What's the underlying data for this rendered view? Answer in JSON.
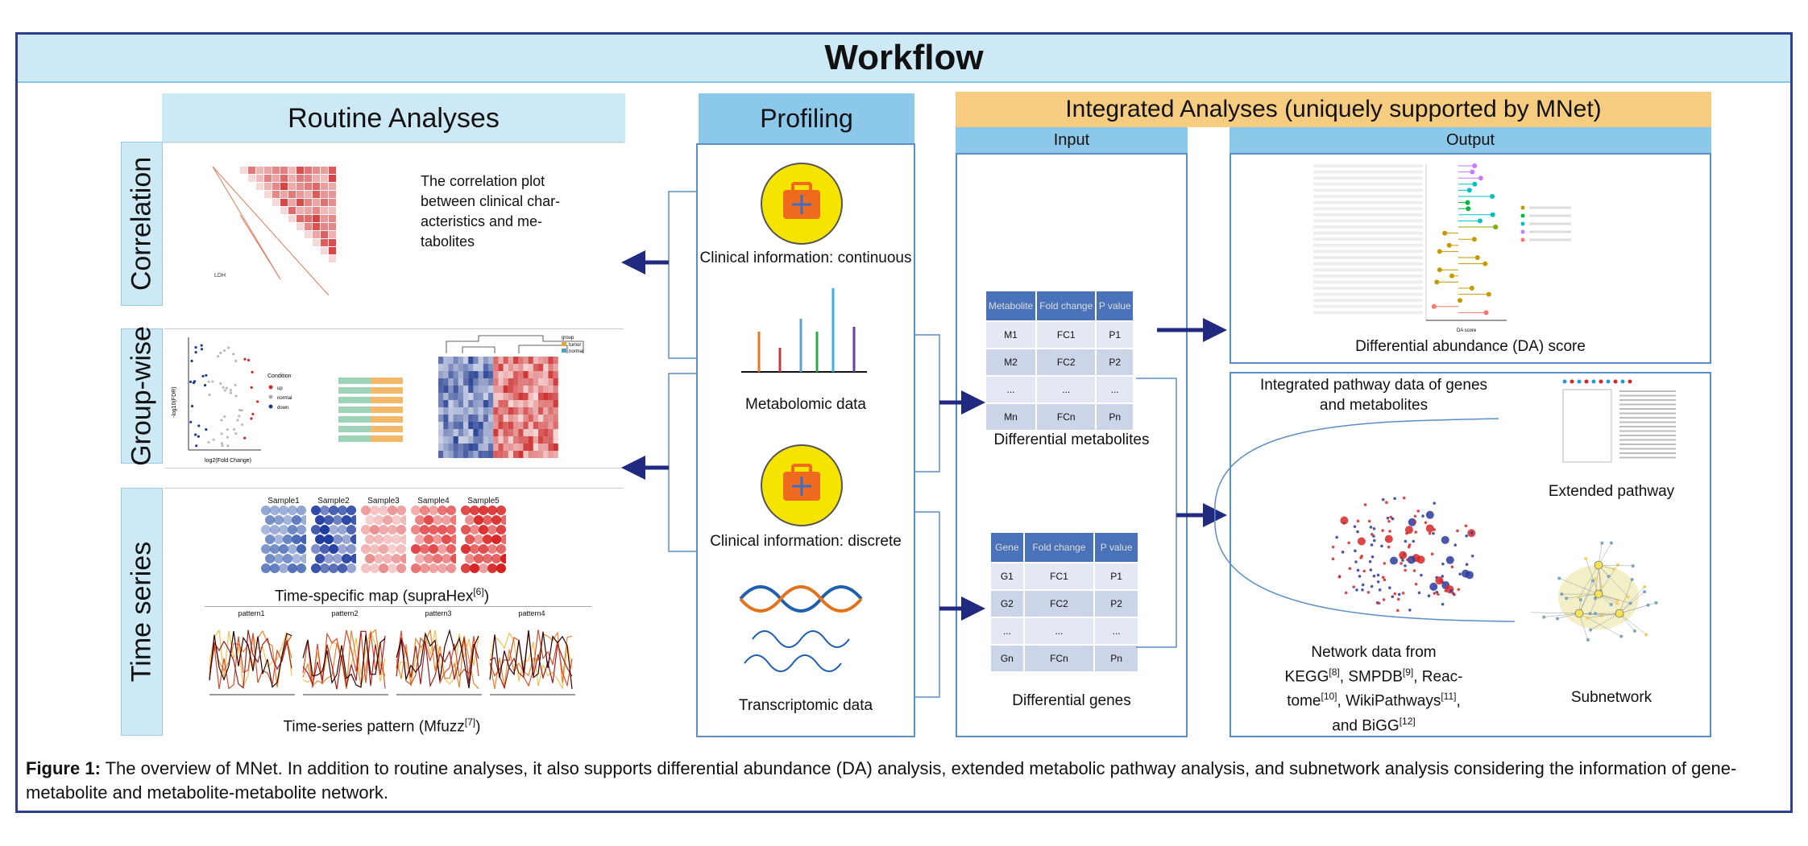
{
  "title": "Workflow",
  "routine": {
    "header": "Routine Analyses",
    "correlation": {
      "label": "Correlation",
      "description": "The correlation plot between clinical char-acteristics and me-tabolites",
      "desc_lines": [
        "The correlation plot",
        "between clinical char-",
        "acteristics and me-",
        "tabolites"
      ],
      "heatmap_label": "LDH"
    },
    "group": {
      "label": "Group-wise",
      "volcano_y": "-log10(FDR)",
      "volcano_x": "log2(Fold Change)",
      "legend_title": "Condition",
      "legend_items": [
        "up",
        "normal",
        "down"
      ],
      "group_title": "group",
      "group_items": [
        "tumor",
        "normal"
      ]
    },
    "time": {
      "label": "Time series",
      "samples": [
        "Sample1",
        "Sample2",
        "Sample3",
        "Sample4",
        "Sample5"
      ],
      "map_caption": "Time-specific map (supraHex",
      "map_ref": "[6]",
      "patterns": [
        "pattern1",
        "pattern2",
        "pattern3",
        "pattern4"
      ],
      "pattern_caption": "Time-series pattern (Mfuzz",
      "pattern_ref": "[7]"
    }
  },
  "profiling": {
    "header": "Profiling",
    "items": [
      "Clinical information: continuous",
      "Metabolomic data",
      "Clinical information: discrete",
      "Transcriptomic data"
    ]
  },
  "integrated": {
    "header": "Integrated Analyses (uniquely supported by MNet)",
    "input_header": "Input",
    "output_header": "Output",
    "metab_table": {
      "headers": [
        "Metabolite",
        "Fold change",
        "P value"
      ],
      "rows": [
        [
          "M1",
          "FC1",
          "P1"
        ],
        [
          "M2",
          "FC2",
          "P2"
        ],
        [
          "...",
          "...",
          "..."
        ],
        [
          "Mn",
          "FCn",
          "Pn"
        ]
      ]
    },
    "metab_caption": "Differential metabolites",
    "gene_table": {
      "headers": [
        "Gene",
        "Fold change",
        "P value"
      ],
      "rows": [
        [
          "G1",
          "FC1",
          "P1"
        ],
        [
          "G2",
          "FC2",
          "P2"
        ],
        [
          "...",
          "...",
          "..."
        ],
        [
          "Gn",
          "FCn",
          "Pn"
        ]
      ]
    },
    "gene_caption": "Differential genes",
    "da_caption": "Differential abundance (DA) score",
    "da_xlabel": "DA score",
    "pathway_caption_lines": [
      "Integrated pathway data of genes",
      "and metabolites"
    ],
    "extended_caption": "Extended pathway",
    "subnetwork_caption": "Subnetwork",
    "network_source": {
      "line1": "Network data from",
      "line2_parts": [
        "KEGG",
        "[8]",
        ", SMPDB",
        "[9]",
        ", Reac-"
      ],
      "line3_parts": [
        "tome",
        "[10]",
        ", WikiPathways",
        "[11]",
        ","
      ],
      "line4_parts": [
        "and BiGG",
        "[12]"
      ]
    }
  },
  "figure_caption": {
    "label": "Figure 1:",
    "text": " The overview of MNet. In addition to routine analyses, it also supports differential abundance (DA) analysis, extended metabolic pathway analysis, and subnetwork analysis considering the information of gene-metabolite and metabolite-metabolite network."
  },
  "colors": {
    "frame": "#2e3f8f",
    "light_blue": "#cde9f6",
    "profiling_blue": "#8cc8ea",
    "orange_header": "#f6cc80",
    "arrow": "#1f2a80",
    "table_header": "#4a72b8"
  }
}
